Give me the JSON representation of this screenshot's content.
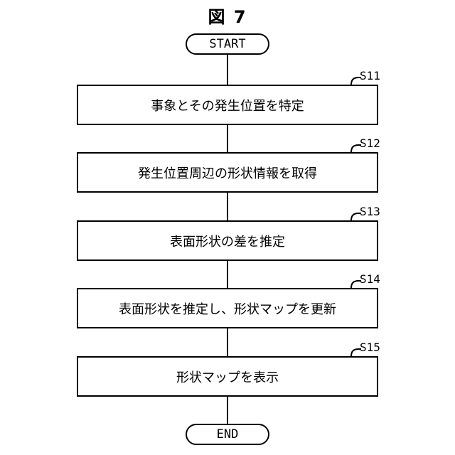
{
  "figure": {
    "title": "図 7"
  },
  "terminals": {
    "start": "START",
    "end": "END"
  },
  "steps": [
    {
      "id": "S11",
      "label": "事象とその発生位置を特定"
    },
    {
      "id": "S12",
      "label": "発生位置周辺の形状情報を取得"
    },
    {
      "id": "S13",
      "label": "表面形状の差を推定"
    },
    {
      "id": "S14",
      "label": "表面形状を推定し、形状マップを更新"
    },
    {
      "id": "S15",
      "label": "形状マップを表示"
    }
  ]
}
